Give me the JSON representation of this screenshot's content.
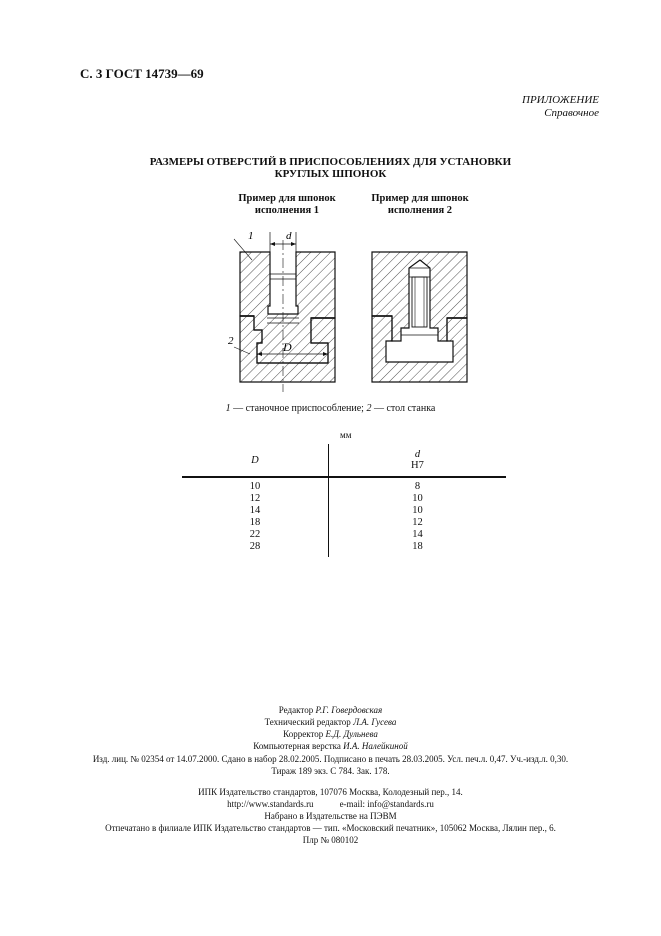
{
  "header": {
    "page_ref": "С. 3 ГОСТ 14739—69"
  },
  "appendix": {
    "label": "ПРИЛОЖЕНИЕ",
    "kind": "Справочное"
  },
  "title": {
    "line1": "РАЗМЕРЫ ОТВЕРСТИЙ В ПРИСПОСОБЛЕНИЯХ ДЛЯ УСТАНОВКИ",
    "line2": "КРУГЛЫХ ШПОНОК"
  },
  "figure": {
    "example1": {
      "line1": "Пример для шпонок",
      "line2": "исполнения 1"
    },
    "example2": {
      "line1": "Пример для шпонок",
      "line2": "исполнения 2"
    },
    "labels": {
      "part1": "1",
      "part2": "2",
      "dim_d": "d",
      "dim_D": "D"
    },
    "legend": {
      "n1": "1",
      "t1": " — станочное приспособление; ",
      "n2": "2",
      "t2": " — стол станка"
    }
  },
  "table": {
    "unit": "мм",
    "col_D": "D",
    "col_d": "d",
    "col_d_tol": "H7",
    "rows": [
      {
        "D": "10",
        "d": "8"
      },
      {
        "D": "12",
        "d": "10"
      },
      {
        "D": "14",
        "d": "10"
      },
      {
        "D": "18",
        "d": "12"
      },
      {
        "D": "22",
        "d": "14"
      },
      {
        "D": "28",
        "d": "18"
      }
    ]
  },
  "credits": {
    "editor_role": "Редактор ",
    "editor_name": "Р.Г. Говердовская",
    "tech_role": "Технический редактор ",
    "tech_name": "Л.А. Гусева",
    "corr_role": "Корректор ",
    "corr_name": "Е.Д. Дульнева",
    "layout_role": "Компьютерная верстка ",
    "layout_name": "И.А. Налейкиной"
  },
  "publication": {
    "line1": "Изд. лиц. № 02354 от 14.07.2000. Сдано в набор 28.02.2005. Подписано в печать 28.03.2005. Усл. печ.л. 0,47. Уч.-изд.л. 0,30.",
    "line2": "Тираж   189  экз. С 784. Зак. 178."
  },
  "imprint": {
    "line1": "ИПК Издательство стандартов, 107076 Москва, Колодезный пер., 14.",
    "url": "http://www.standards.ru",
    "email": "e-mail: info@standards.ru",
    "line3": "Набрано в Издательстве на ПЭВМ",
    "line4": "Отпечатано в филиале ИПК Издательство стандартов — тип. «Московский печатник», 105062 Москва, Лялин пер., 6.",
    "line5": "Плр № 080102"
  }
}
